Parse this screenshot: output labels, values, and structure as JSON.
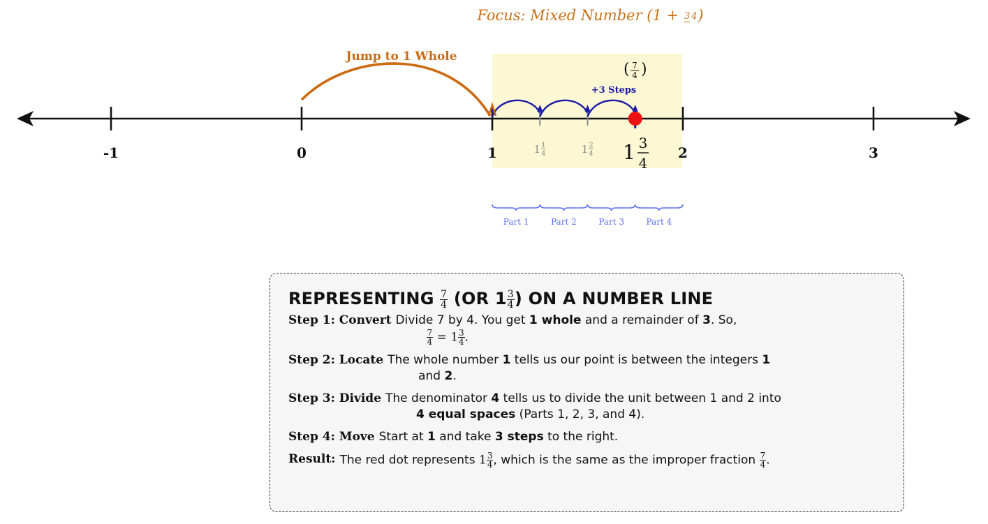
{
  "focus": {
    "prefix": "Focus: Mixed Number (1 + ",
    "num": "3",
    "den": "4",
    "suffix": ")"
  },
  "number_line": {
    "ticks": [
      "-1",
      "0",
      "1",
      "2",
      "3"
    ],
    "tick_values": [
      -1,
      0,
      1,
      2,
      3
    ],
    "quarter_labels": [
      {
        "whole": "1",
        "num": "1",
        "den": "4",
        "value": 1.25
      },
      {
        "whole": "1",
        "num": "2",
        "den": "4",
        "value": 1.5
      }
    ],
    "point": {
      "whole": "1",
      "num": "3",
      "den": "4",
      "value": 1.75,
      "color": "#ee1111"
    },
    "point_annotation": {
      "open": "(",
      "num": "7",
      "den": "4",
      "close": ")"
    },
    "jump_label": "Jump to 1 Whole",
    "steps_label": "+3 Steps",
    "parts": [
      "Part 1",
      "Part 2",
      "Part 3",
      "Part 4"
    ],
    "colors": {
      "jump": "#cc6a12",
      "steps": "#1a1aa6",
      "parts": "#5a6ff0",
      "highlight": "#fdf8d4",
      "quarter_tick": "#8a8a8a"
    }
  },
  "info": {
    "title_prefix": "REPRESENTING ",
    "title_num": "7",
    "title_den": "4",
    "title_mid": " (OR 1",
    "title_num2": "3",
    "title_den2": "4",
    "title_suffix": ") ON A NUMBER LINE",
    "steps": [
      {
        "label": "Step 1: Convert",
        "text": "Divide 7 by 4. You get 1 whole and a remainder of 3. So, 7/4 = 1 3/4."
      },
      {
        "label": "Step 2: Locate",
        "text": "The whole number 1 tells us our point is between the integers 1 and 2."
      },
      {
        "label": "Step 3: Divide",
        "text": "The denominator 4 tells us to divide the unit between 1 and 2 into 4 equal spaces (Parts 1, 2, 3, and 4)."
      },
      {
        "label": "Step 4: Move",
        "text": "Start at 1 and take 3 steps to the right."
      },
      {
        "label": "Result:",
        "text": "The red dot represents 1 3/4, which is the same as the improper fraction 7/4."
      }
    ]
  }
}
